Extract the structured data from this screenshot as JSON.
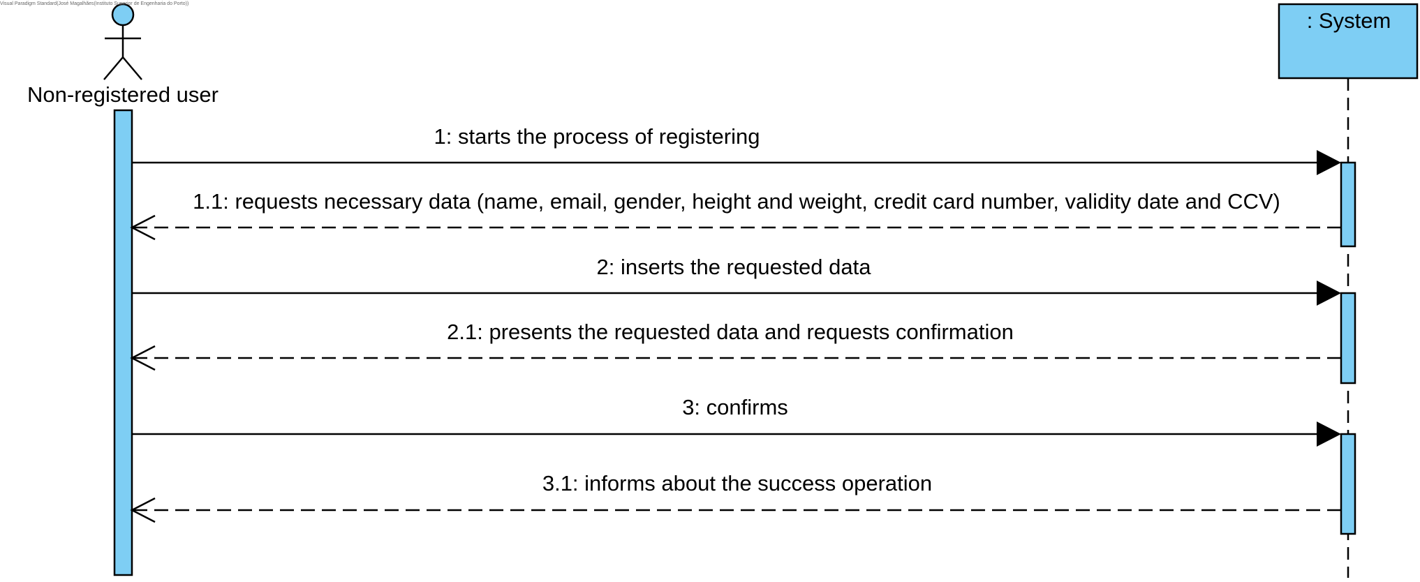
{
  "watermark": "Visual Paradigm Standard(José Magalhães(Instituto Superior de Engenharia do Porto))",
  "actor": {
    "name": "Non-registered user",
    "icon": "stick-figure-actor-icon"
  },
  "system": {
    "title": ": System"
  },
  "colors": {
    "lifeline_fill": "#7ECEF4",
    "stroke": "#000000"
  },
  "messages": [
    {
      "label": "1: starts the process of registering",
      "kind": "synchronous"
    },
    {
      "label": "1.1: requests necessary data (name, email, gender, height and weight, credit card number, validity date and CCV)",
      "kind": "return"
    },
    {
      "label": "2: inserts the requested data",
      "kind": "synchronous"
    },
    {
      "label": "2.1: presents the requested data and requests confirmation",
      "kind": "return"
    },
    {
      "label": "3: confirms",
      "kind": "synchronous"
    },
    {
      "label": "3.1: informs about the success operation",
      "kind": "return"
    }
  ]
}
